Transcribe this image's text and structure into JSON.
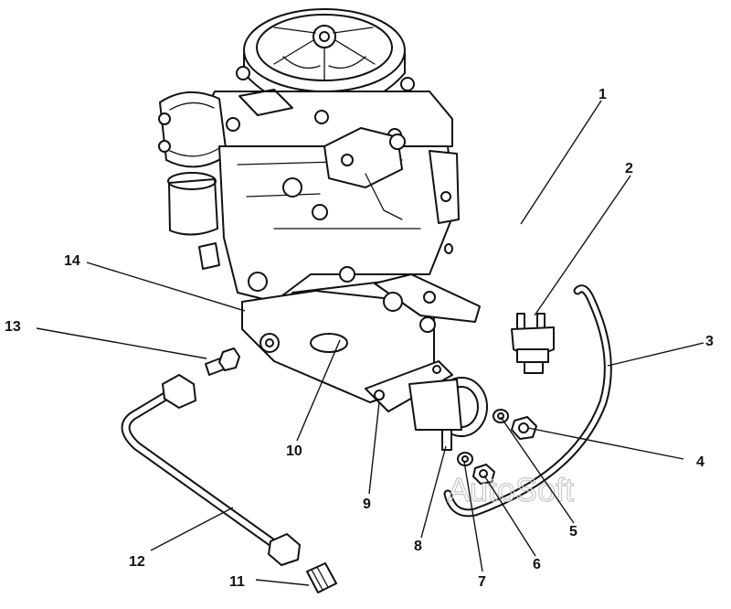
{
  "diagram": {
    "watermark": "AutoSoft",
    "callouts": [
      {
        "id": "1",
        "label": "1"
      },
      {
        "id": "2",
        "label": "2"
      },
      {
        "id": "3",
        "label": "3"
      },
      {
        "id": "4",
        "label": "4"
      },
      {
        "id": "5",
        "label": "5"
      },
      {
        "id": "6",
        "label": "6"
      },
      {
        "id": "7",
        "label": "7"
      },
      {
        "id": "8",
        "label": "8"
      },
      {
        "id": "9",
        "label": "9"
      },
      {
        "id": "10",
        "label": "10"
      },
      {
        "id": "11",
        "label": "11"
      },
      {
        "id": "12",
        "label": "12"
      },
      {
        "id": "13",
        "label": "13"
      },
      {
        "id": "14",
        "label": "14"
      }
    ]
  }
}
